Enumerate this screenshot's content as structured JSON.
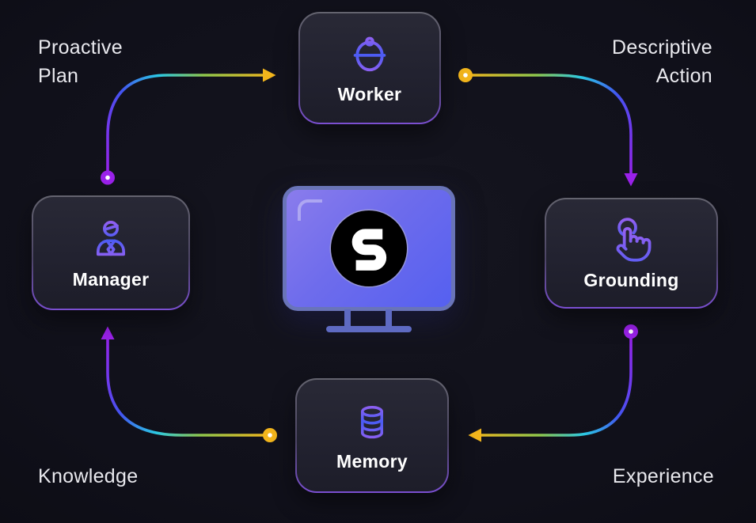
{
  "nodes": {
    "worker": {
      "label": "Worker",
      "icon": "hard-hat-icon"
    },
    "grounding": {
      "label": "Grounding",
      "icon": "tap-click-icon"
    },
    "memory": {
      "label": "Memory",
      "icon": "database-icon"
    },
    "manager": {
      "label": "Manager",
      "icon": "person-tie-icon"
    }
  },
  "center": {
    "logo_letter": "S"
  },
  "edge_labels": {
    "proactive_plan": {
      "line1": "Proactive",
      "line2": "Plan"
    },
    "descriptive_action": {
      "line1": "Descriptive",
      "line2": "Action"
    },
    "experience": {
      "line1": "Experience"
    },
    "knowledge": {
      "line1": "Knowledge"
    }
  },
  "flow": [
    {
      "from": "Manager",
      "to": "Worker",
      "label": "Proactive Plan"
    },
    {
      "from": "Worker",
      "to": "Grounding",
      "label": "Descriptive Action"
    },
    {
      "from": "Grounding",
      "to": "Memory",
      "label": "Experience"
    },
    {
      "from": "Memory",
      "to": "Manager",
      "label": "Knowledge"
    }
  ],
  "colors": {
    "background": "#10101a",
    "card_border_top": "#64646f",
    "card_border_bottom": "#7b4fd2",
    "card_bg": "#222230",
    "node_label": "#ffffff",
    "edge_label": "#e9e9ee",
    "monitor_frame": "#6974b8",
    "monitor_fill_top": "#8a7cec",
    "monitor_fill_bottom": "#5560f0",
    "logo_bg": "#000000",
    "logo_letter": "#ffffff",
    "dot_core": "#ffffff",
    "dot_purple": "#9a21ea",
    "dot_yellow": "#f2b51c",
    "arrow_stops": {
      "purple_to_yellow": [
        "#9a21ea",
        "#4255f0",
        "#2bc8e4",
        "#8fc74c",
        "#f2b51c"
      ],
      "yellow_to_purple": [
        "#f2b51c",
        "#8fc74c",
        "#2bc8e4",
        "#4255f0",
        "#9a21ea"
      ]
    },
    "icon_gradient": [
      "#9360f2",
      "#4a5cf3",
      "#9360f2"
    ]
  }
}
